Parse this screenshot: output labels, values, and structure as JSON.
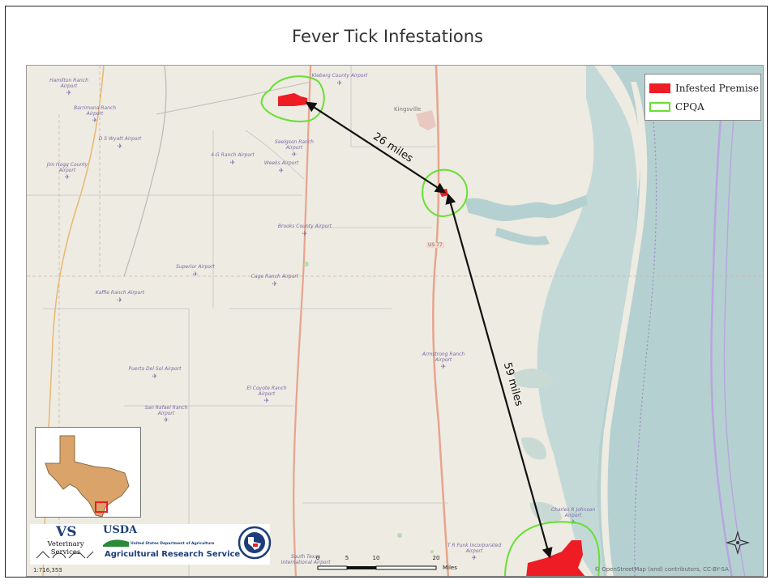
{
  "title": "Fever Tick Infestations",
  "legend": [
    {
      "label": "Infested Premise",
      "fill": "#ee1c25",
      "stroke": "#ee1c25",
      "type": "fill"
    },
    {
      "label": "CPQA",
      "fill": "#ffffff",
      "stroke": "#66e033",
      "type": "outline"
    }
  ],
  "distances": [
    {
      "label": "26 miles"
    },
    {
      "label": "59 miles"
    }
  ],
  "places": {
    "kingsville": "Kingsville",
    "us77": "US 77"
  },
  "airports": [
    {
      "name": "Hamilton Ranch Airport"
    },
    {
      "name": "Barrimona Ranch Airport"
    },
    {
      "name": "D S Wyatt Airport"
    },
    {
      "name": "Jim Hogg County Airport"
    },
    {
      "name": "Kleberg County Airport"
    },
    {
      "name": "Seelgson Ranch Airport"
    },
    {
      "name": "Weeks Airport"
    },
    {
      "name": "4-G Ranch Airport"
    },
    {
      "name": "Brooks County Airport"
    },
    {
      "name": "Superior Airport"
    },
    {
      "name": "Cage Ranch Airport"
    },
    {
      "name": "Kaffie Ranch Airport"
    },
    {
      "name": "Armstrong Ranch Airport"
    },
    {
      "name": "Puerta Del Sol Airport"
    },
    {
      "name": "El Coyote Ranch Airport"
    },
    {
      "name": "San Rafael Ranch Airport"
    },
    {
      "name": "T R Funk Incorporated Airport"
    },
    {
      "name": "Charles R Johnson Airport"
    },
    {
      "name": "South Texas International Airport"
    }
  ],
  "logos": {
    "vs_mark": "VS",
    "vs_text": "Veterinary Services",
    "usda_mark": "USDA",
    "usda_dept": "United States Department of Agriculture",
    "usda_ars": "Agricultural Research Service"
  },
  "scale": {
    "ratio": "1:716,353",
    "ticks": [
      "0",
      "5",
      "10",
      "20"
    ],
    "unit": "Miles"
  },
  "attribution": "© OpenStreetMap (and) contributors, CC-BY-SA",
  "colors": {
    "land": "#eeebe2",
    "water": "#b5d0d0",
    "infested": "#ee1c25",
    "cpqa": "#66e033",
    "road": "#e8a48c"
  }
}
